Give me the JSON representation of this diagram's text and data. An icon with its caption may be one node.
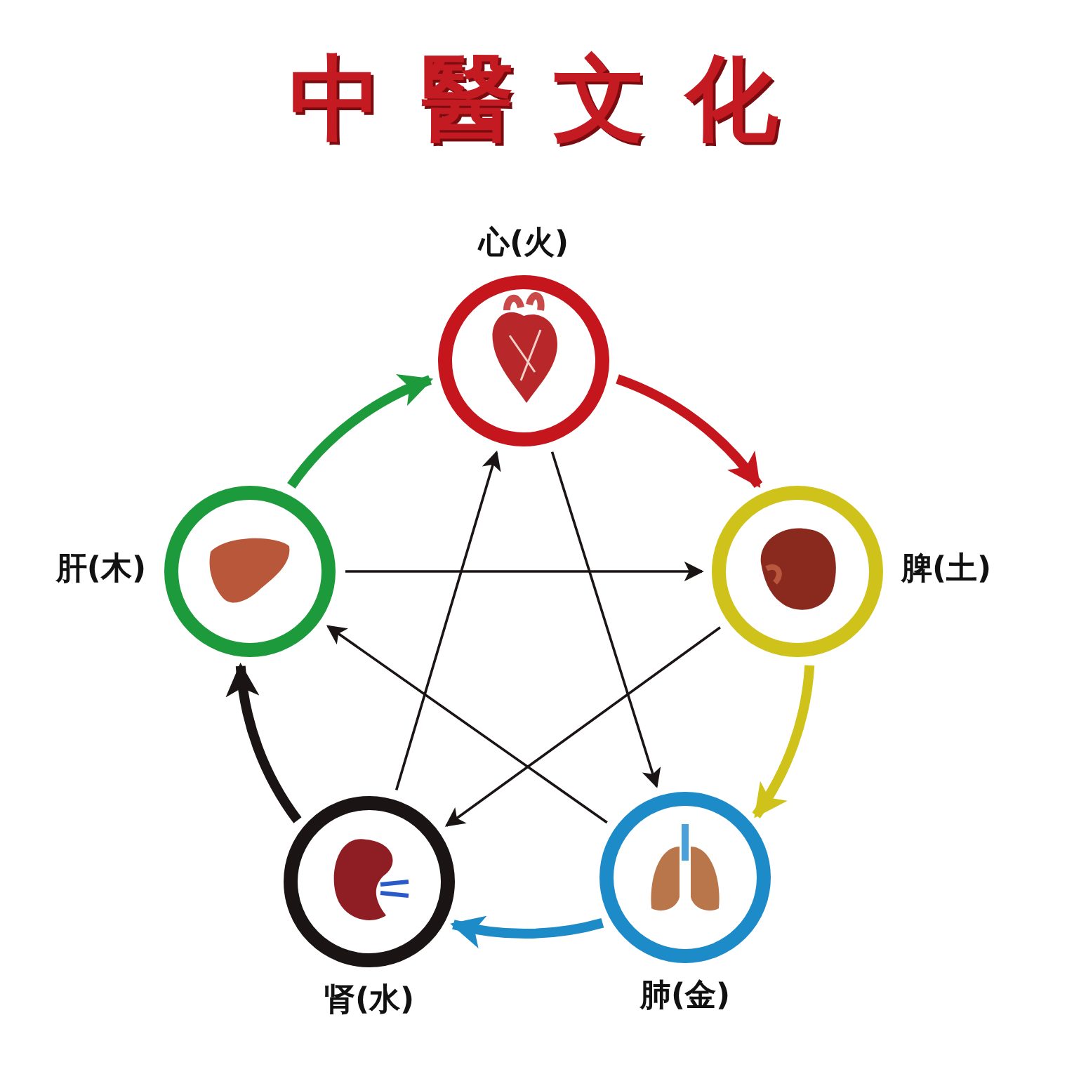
{
  "diagram": {
    "title": "中醫文化",
    "nodes": [
      {
        "text": [
          "心(火)"
        ]
      },
      {
        "text": [
          "脾(土)"
        ]
      },
      {
        "text": [
          "肺(金)"
        ]
      },
      {
        "text": [
          "肾(水)"
        ]
      },
      {
        "text": [
          "肝(木)"
        ]
      }
    ],
    "edges": [
      {
        "from": 0,
        "to": 1,
        "arrow": "to",
        "style": "thick",
        "color": "#c4161c"
      },
      {
        "from": 1,
        "to": 2,
        "arrow": "to",
        "style": "thick",
        "color": "#cfc21a"
      },
      {
        "from": 2,
        "to": 3,
        "arrow": "to",
        "style": "thick",
        "color": "#1e8bc9"
      },
      {
        "from": 3,
        "to": 4,
        "arrow": "to",
        "style": "thick"
      },
      {
        "from": 4,
        "to": 0,
        "arrow": "to",
        "style": "thick",
        "color": "#1d9a3c"
      },
      {
        "from": 4,
        "to": 1,
        "arrow": "to"
      },
      {
        "from": 1,
        "to": 3,
        "arrow": "to"
      },
      {
        "from": 3,
        "to": 0,
        "arrow": "to"
      },
      {
        "from": 0,
        "to": 2,
        "arrow": "to"
      },
      {
        "from": 2,
        "to": 4,
        "arrow": "to"
      }
    ]
  }
}
